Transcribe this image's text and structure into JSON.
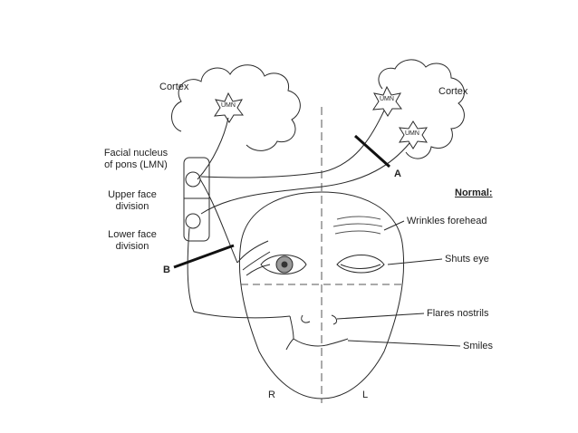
{
  "labels": {
    "cortex_left": "Cortex",
    "cortex_right": "Cortex",
    "umn_left": "UMN",
    "umn_right_upper": "UMN",
    "umn_right_lower": "UMN",
    "facial_nucleus_line1": "Facial nucleus",
    "facial_nucleus_line2": "of pons (LMN)",
    "upper_face_line1": "Upper face",
    "upper_face_line2": "division",
    "lower_face_line1": "Lower face",
    "lower_face_line2": "division",
    "lesion_a": "A",
    "lesion_b": "B",
    "normal_heading": "Normal:",
    "wrinkles_forehead": "Wrinkles forehead",
    "shuts_eye": "Shuts eye",
    "flares_nostrils": "Flares nostrils",
    "smiles": "Smiles",
    "side_right": "R",
    "side_left": "L"
  },
  "colors": {
    "line": "#2a2a2a",
    "lesion_bar": "#111111",
    "iris_shade": "#9a9a9a",
    "pupil": "#333333"
  }
}
